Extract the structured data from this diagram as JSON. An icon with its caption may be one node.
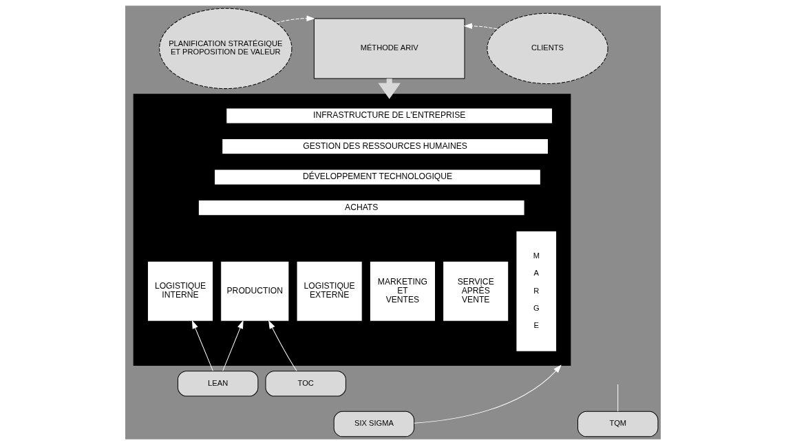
{
  "diagram": {
    "nodes": [
      {
        "text": [
          "MÉTHODE ARIV"
        ]
      },
      {
        "text": [
          "PLANIFICATION STRATÉGIQUE ET PROPOSITION DE VALEUR"
        ]
      },
      {
        "text": [
          "CLIENTS"
        ]
      },
      {
        "text": [],
        "shape": "box"
      },
      {
        "text": [
          "INFRASTRUCTURE DE L'ENTREPRISE"
        ],
        "in": 3
      },
      {
        "text": [
          "GESTION DES RESSOURCES HUMAINES"
        ],
        "in": 3
      },
      {
        "text": [
          "DÉVELOPPEMENT TECHNOLOGIQUE"
        ],
        "in": 3
      },
      {
        "text": [
          "ACHATS"
        ],
        "in": 3
      },
      {
        "text": [
          "LOGISTIQUE INTERNE"
        ],
        "in": 3
      },
      {
        "text": [
          "PRODUCTION"
        ],
        "in": 3
      },
      {
        "text": [
          "LOGISTIQUE EXTERNE"
        ],
        "in": 3
      },
      {
        "text": [
          "MARKETING ET VENTES"
        ],
        "in": 3
      },
      {
        "text": [
          "SERVICE APRÈS VENTE"
        ],
        "in": 3
      },
      {
        "text": [
          "M A R G E"
        ],
        "in": 3
      },
      {
        "text": [
          "LEAN"
        ]
      },
      {
        "text": [
          "SIX SIGMA"
        ]
      },
      {
        "text": [
          "TOC"
        ]
      },
      {
        "text": [
          "TQM"
        ]
      }
    ],
    "edges": [
      {
        "from": 1,
        "to": 0,
        "arrow": "to",
        "style": "dashed"
      },
      {
        "from": 2,
        "to": 0,
        "arrow": "to",
        "style": "dashed"
      },
      {
        "from": 0,
        "to": 3,
        "arrow": "to",
        "style": "thick"
      },
      {
        "from": 14,
        "to": 8,
        "arrow": "to"
      },
      {
        "from": 14,
        "to": 9,
        "arrow": "to"
      },
      {
        "from": 16,
        "to": 9,
        "arrow": "to"
      },
      {
        "from": 15,
        "to": 3,
        "arrow": "to"
      },
      {
        "from": 17,
        "to": null,
        "arrow": "none"
      }
    ]
  }
}
